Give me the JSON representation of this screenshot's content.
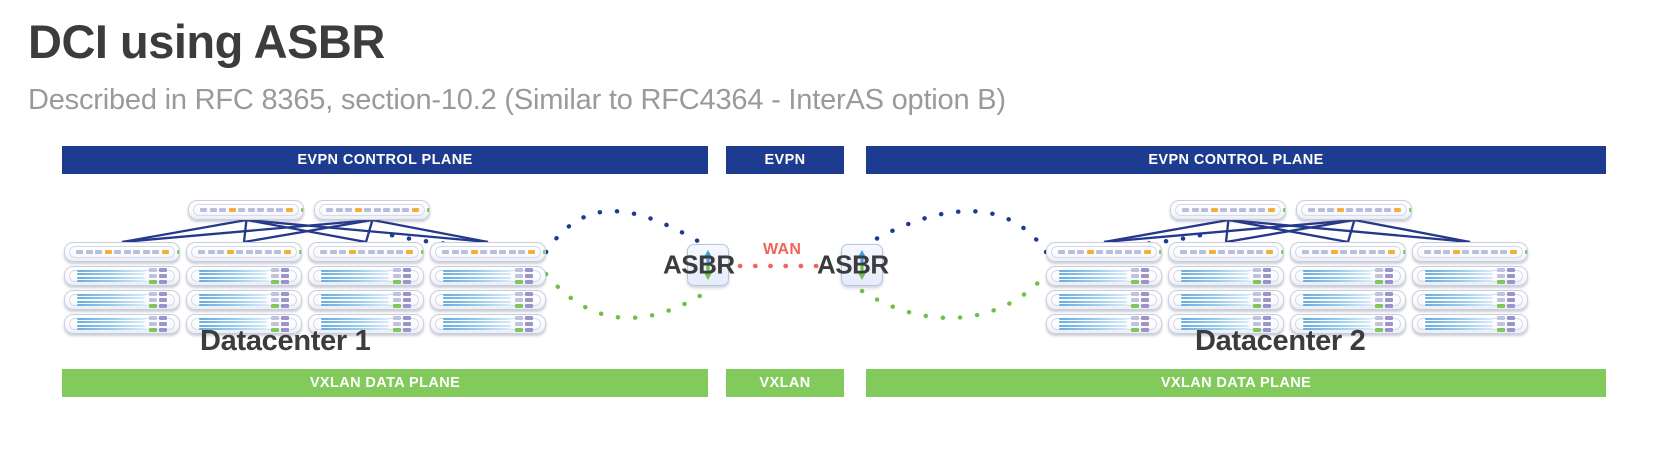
{
  "header": {
    "title": "DCI using ASBR",
    "subtitle": "Described in RFC 8365, section-10.2 (Similar to RFC4364 - InterAS option B)"
  },
  "planes": {
    "control_left": "EVPN CONTROL PLANE",
    "control_mid": "EVPN",
    "control_right": "EVPN CONTROL PLANE",
    "data_left": "VXLAN DATA PLANE",
    "data_mid": "VXLAN",
    "data_right": "VXLAN DATA PLANE"
  },
  "datacenters": [
    {
      "label": "Datacenter 1",
      "spines": 2,
      "racks": 4,
      "servers_per_rack": 3
    },
    {
      "label": "Datacenter 2",
      "spines": 2,
      "racks": 4,
      "servers_per_rack": 3
    }
  ],
  "wan": {
    "left_node": "ASBR",
    "right_node": "ASBR",
    "link_label": "WAN"
  },
  "colors": {
    "evpn_bar": "#1d3c8f",
    "vxlan_bar": "#82ca5b",
    "evpn_tunnel_dot": "#1d3c8f",
    "vxlan_tunnel_dot": "#6ec04a",
    "wan_link_dot": "#f0655a",
    "fabric_link": "#24388c",
    "title_text": "#3c3c3c",
    "subtitle_text": "#9a9a9a"
  },
  "icons": {
    "router_up_arrow": "arrow-up-blue",
    "router_down_arrow": "arrow-down-green"
  }
}
